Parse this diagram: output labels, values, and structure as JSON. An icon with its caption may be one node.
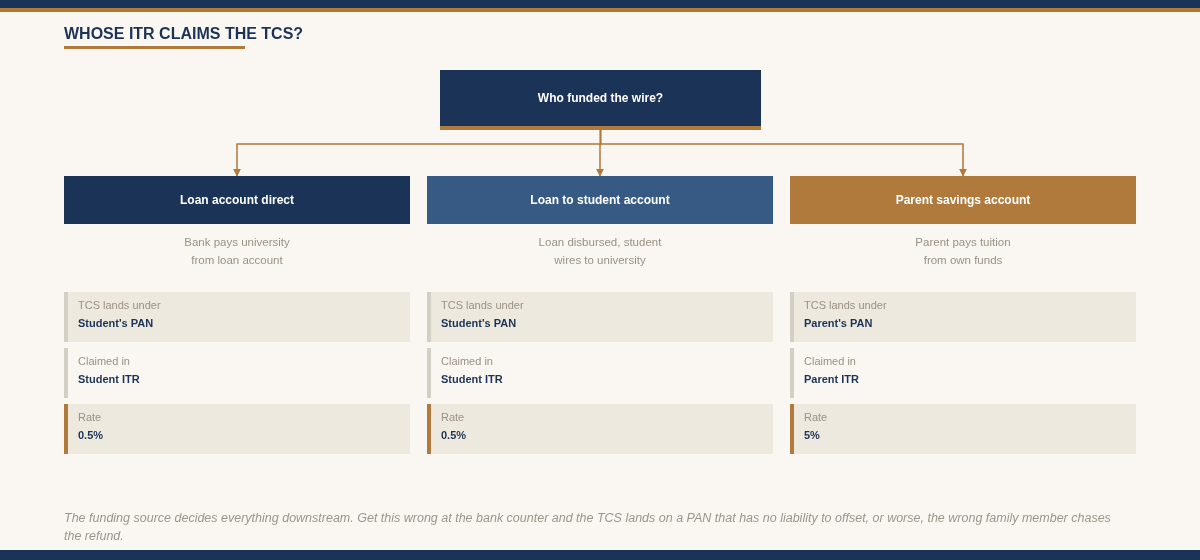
{
  "diagram": {
    "title": "WHOSE ITR CLAIMS THE TCS?",
    "caption": "The funding source decides everything downstream. Get this wrong at the bank counter and the TCS lands on a PAN that has no liability to offset, or worse, the wrong family member chases the refund.",
    "nodes": [
      {
        "text": [
          "Who funded the wire?"
        ]
      },
      {
        "text": [
          "Loan account direct"
        ],
        "beside": [
          "Bank pays university from loan account"
        ]
      },
      {
        "text": [
          "Loan to student account"
        ],
        "beside": [
          "Loan disbursed, student wires to university"
        ]
      },
      {
        "text": [
          "Parent savings account"
        ],
        "beside": [
          "Parent pays tuition from own funds"
        ]
      },
      {
        "text": [
          "TCS lands under",
          "Student's PAN"
        ]
      },
      {
        "text": [
          "Claimed in",
          "Student ITR"
        ]
      },
      {
        "text": [
          "Rate",
          "0.5%"
        ]
      },
      {
        "text": [
          "TCS lands under",
          "Student's PAN"
        ]
      },
      {
        "text": [
          "Claimed in",
          "Student ITR"
        ]
      },
      {
        "text": [
          "Rate",
          "0.5%"
        ]
      },
      {
        "text": [
          "TCS lands under",
          "Parent's PAN"
        ]
      },
      {
        "text": [
          "Claimed in",
          "Parent ITR"
        ]
      },
      {
        "text": [
          "Rate",
          "5%"
        ]
      }
    ],
    "edges": [
      {
        "from": 0,
        "to": 1,
        "arrow": "to"
      },
      {
        "from": 0,
        "to": 2,
        "arrow": "to"
      },
      {
        "from": 0,
        "to": 3,
        "arrow": "to"
      }
    ]
  }
}
